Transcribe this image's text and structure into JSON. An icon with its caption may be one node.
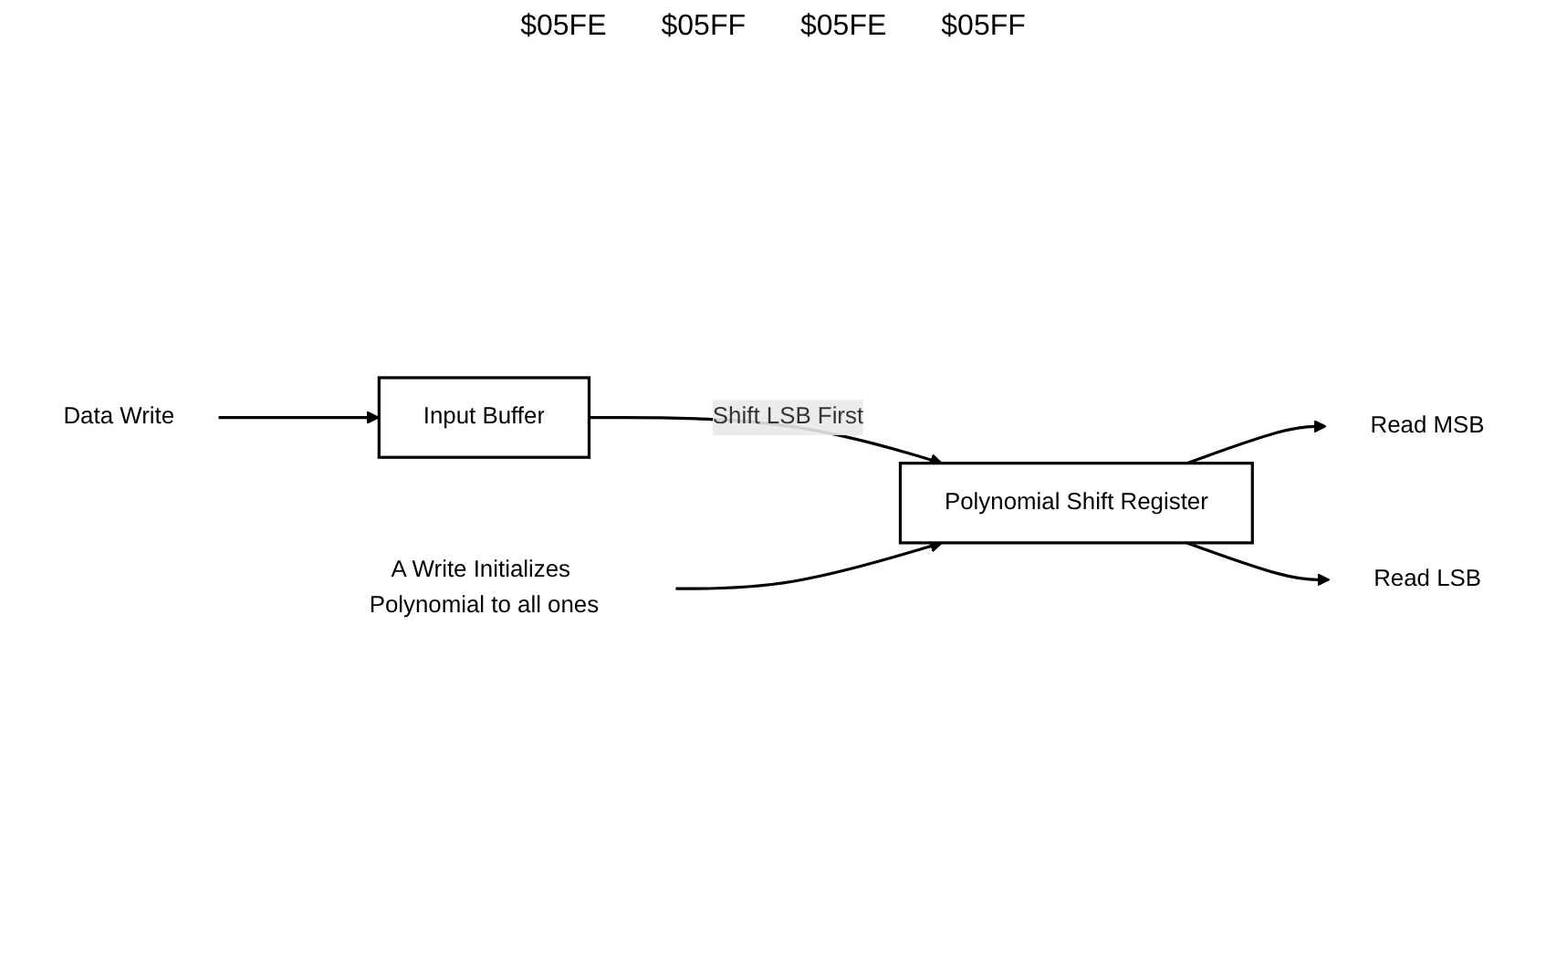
{
  "diagram": {
    "nodes": [
      {
        "text": [
          "Data Write"
        ]
      },
      {
        "text": [
          "Input Buffer"
        ]
      },
      {
        "text": [
          "Polynomial Shift Register"
        ]
      },
      {
        "text": [
          "A Write Initializes Polynomial to all ones"
        ]
      },
      {
        "text": [
          "Read MSB"
        ]
      },
      {
        "text": [
          "Read LSB"
        ]
      }
    ],
    "edges": [
      {
        "from": 0,
        "to": 1,
        "arrow": "to"
      },
      {
        "from": 1,
        "to": 2,
        "arrow": "to",
        "label": "Shift LSB First"
      },
      {
        "from": 3,
        "to": 2,
        "arrow": "to"
      },
      {
        "from": 2,
        "to": 4,
        "arrow": "to"
      },
      {
        "from": 2,
        "to": 5,
        "arrow": "to"
      }
    ],
    "labels": [
      "$05FE",
      "$05FF",
      "$05FE",
      "$05FF"
    ]
  }
}
